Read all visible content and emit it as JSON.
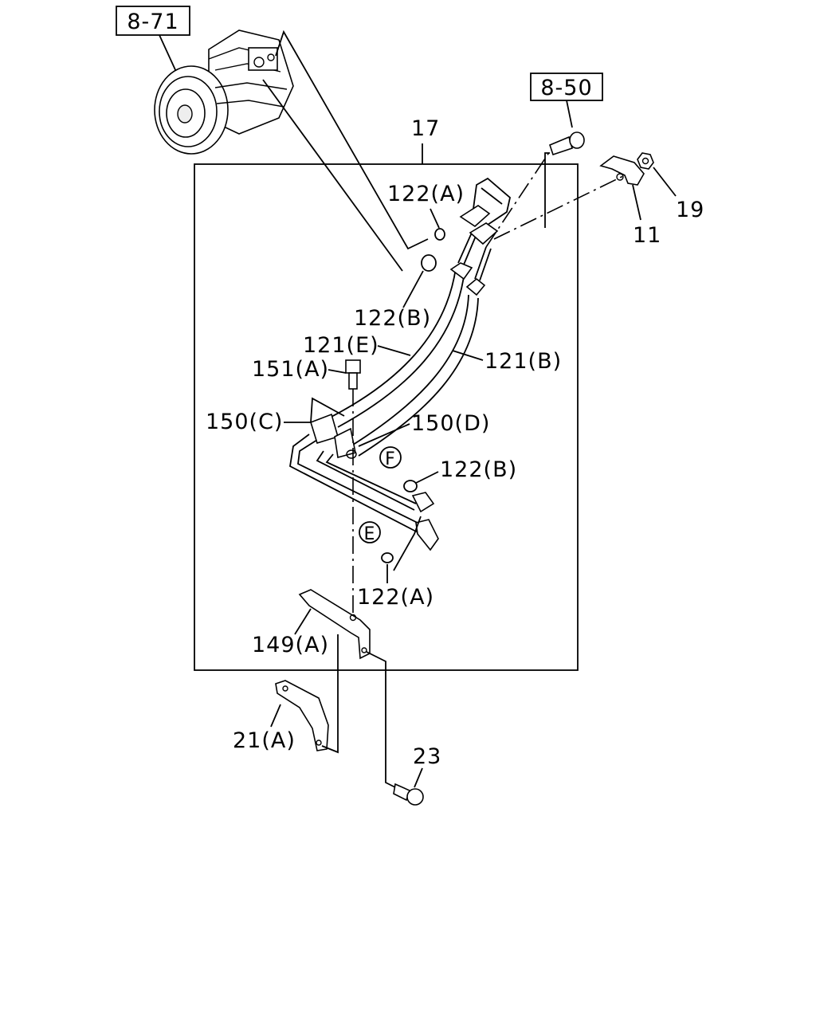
{
  "refs": {
    "compressor_ref": "8-71",
    "bracket_ref": "8-50"
  },
  "labels": {
    "assembly": "17",
    "nut": "19",
    "clip": "11",
    "oring_a_top": "122(A)",
    "oring_b_top": "122(B)",
    "hose_e": "121(E)",
    "hose_b": "121(B)",
    "bolt_151a": "151(A)",
    "clamp_150c": "150(C)",
    "clamp_150d": "150(D)",
    "oring_b_low": "122(B)",
    "oring_a_low": "122(A)",
    "bracket_149a": "149(A)",
    "bracket_21a": "21(A)",
    "bolt_23": "23"
  },
  "callouts": {
    "f": "F",
    "e": "E"
  }
}
